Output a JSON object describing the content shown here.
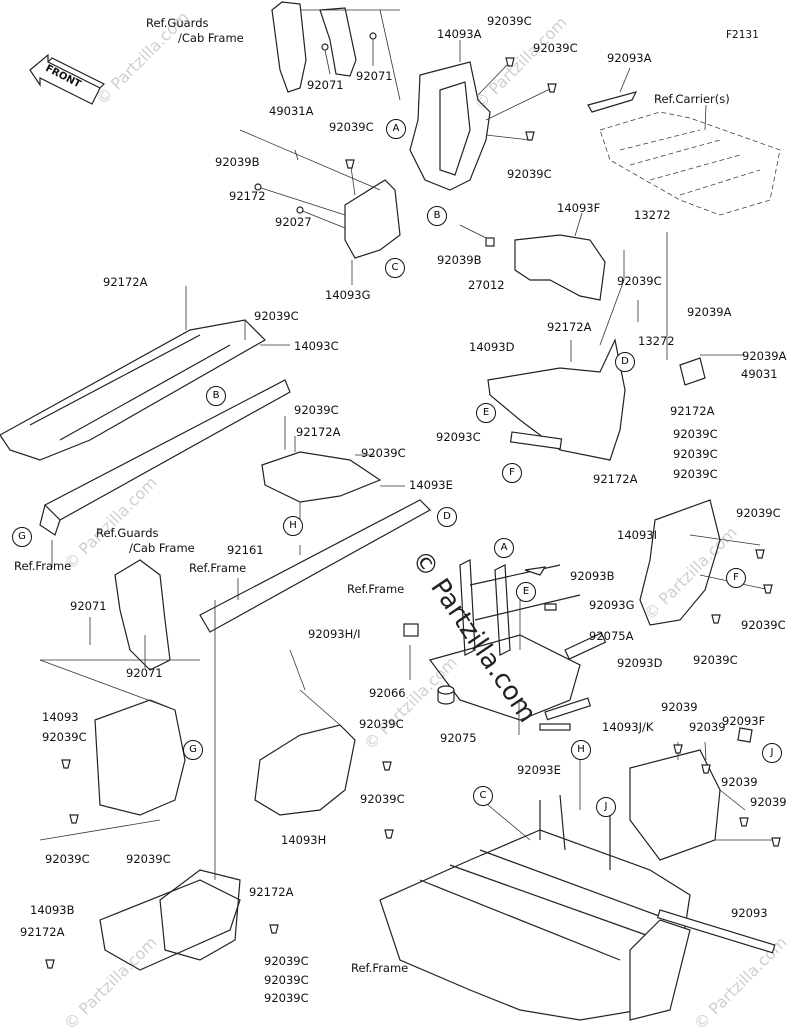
{
  "diagram_id": "F2131",
  "front_label": "FRONT",
  "watermark": "© Partzilla.com",
  "labels": [
    {
      "id": "ref-guards-top",
      "text": "Ref.Guards"
    },
    {
      "id": "cab-frame-top",
      "text": "/Cab Frame"
    },
    {
      "id": "l-14093A",
      "text": "14093A"
    },
    {
      "id": "l-92039C-a",
      "text": "92039C"
    },
    {
      "id": "l-92039C-b",
      "text": "92039C"
    },
    {
      "id": "l-92071-a",
      "text": "92071"
    },
    {
      "id": "l-92071-b",
      "text": "92071"
    },
    {
      "id": "l-92093A",
      "text": "92093A"
    },
    {
      "id": "l-ref-carrier",
      "text": "Ref.Carrier(s)"
    },
    {
      "id": "l-49031A",
      "text": "49031A"
    },
    {
      "id": "l-92039C-c",
      "text": "92039C"
    },
    {
      "id": "l-92039B-a",
      "text": "92039B"
    },
    {
      "id": "l-92039C-d",
      "text": "92039C"
    },
    {
      "id": "l-92172-a",
      "text": "92172"
    },
    {
      "id": "l-92027",
      "text": "92027"
    },
    {
      "id": "l-14093F",
      "text": "14093F"
    },
    {
      "id": "l-13272-a",
      "text": "13272"
    },
    {
      "id": "l-92039B-b",
      "text": "92039B"
    },
    {
      "id": "l-27012",
      "text": "27012"
    },
    {
      "id": "l-14093G",
      "text": "14093G"
    },
    {
      "id": "l-92039C-e",
      "text": "92039C"
    },
    {
      "id": "l-92039A-a",
      "text": "92039A"
    },
    {
      "id": "l-92172A-a",
      "text": "92172A"
    },
    {
      "id": "l-92039C-f",
      "text": "92039C"
    },
    {
      "id": "l-14093C",
      "text": "14093C"
    },
    {
      "id": "l-92172A-b",
      "text": "92172A"
    },
    {
      "id": "l-13272-b",
      "text": "13272"
    },
    {
      "id": "l-14093D",
      "text": "14093D"
    },
    {
      "id": "l-92039A-b",
      "text": "92039A"
    },
    {
      "id": "l-49031",
      "text": "49031"
    },
    {
      "id": "l-92172A-c",
      "text": "92172A"
    },
    {
      "id": "l-92039C-g",
      "text": "92039C"
    },
    {
      "id": "l-92172A-d",
      "text": "92172A"
    },
    {
      "id": "l-92093C",
      "text": "92093C"
    },
    {
      "id": "l-92039C-h",
      "text": "92039C"
    },
    {
      "id": "l-92039C-i",
      "text": "92039C"
    },
    {
      "id": "l-92039C-j",
      "text": "92039C"
    },
    {
      "id": "l-92039C-k",
      "text": "92039C"
    },
    {
      "id": "l-14093E",
      "text": "14093E"
    },
    {
      "id": "l-92172A-e",
      "text": "92172A"
    },
    {
      "id": "l-ref-frame-a",
      "text": "Ref.Frame"
    },
    {
      "id": "l-92161",
      "text": "92161"
    },
    {
      "id": "l-ref-guards-mid",
      "text": "Ref.Guards"
    },
    {
      "id": "l-cab-frame-mid",
      "text": "/Cab Frame"
    },
    {
      "id": "l-ref-frame-b",
      "text": "Ref.Frame"
    },
    {
      "id": "l-14093I",
      "text": "14093I"
    },
    {
      "id": "l-92039C-l",
      "text": "92039C"
    },
    {
      "id": "l-92093B",
      "text": "92093B"
    },
    {
      "id": "l-ref-frame-c",
      "text": "Ref.Frame"
    },
    {
      "id": "l-92093G",
      "text": "92093G"
    },
    {
      "id": "l-92071-c",
      "text": "92071"
    },
    {
      "id": "l-92039C-m",
      "text": "92039C"
    },
    {
      "id": "l-92093HI",
      "text": "92093H/I"
    },
    {
      "id": "l-92075A",
      "text": "92075A"
    },
    {
      "id": "l-92071-d",
      "text": "92071"
    },
    {
      "id": "l-92093D",
      "text": "92093D"
    },
    {
      "id": "l-92039C-n",
      "text": "92039C"
    },
    {
      "id": "l-92066",
      "text": "92066"
    },
    {
      "id": "l-14093",
      "text": "14093"
    },
    {
      "id": "l-92039C-o",
      "text": "92039C"
    },
    {
      "id": "l-92039C-p",
      "text": "92039C"
    },
    {
      "id": "l-92075",
      "text": "92075"
    },
    {
      "id": "l-92093E",
      "text": "92093E"
    },
    {
      "id": "l-92093F",
      "text": "92093F"
    },
    {
      "id": "l-92039-a",
      "text": "92039"
    },
    {
      "id": "l-14093JK",
      "text": "14093J/K"
    },
    {
      "id": "l-92039-b",
      "text": "92039"
    },
    {
      "id": "l-92039C-q",
      "text": "92039C"
    },
    {
      "id": "l-14093H",
      "text": "14093H"
    },
    {
      "id": "l-92039-c",
      "text": "92039"
    },
    {
      "id": "l-92039-d",
      "text": "92039"
    },
    {
      "id": "l-92039C-r",
      "text": "92039C"
    },
    {
      "id": "l-92039C-s",
      "text": "92039C"
    },
    {
      "id": "l-92172A-f",
      "text": "92172A"
    },
    {
      "id": "l-14093B",
      "text": "14093B"
    },
    {
      "id": "l-92172A-g",
      "text": "92172A"
    },
    {
      "id": "l-92039C-t",
      "text": "92039C"
    },
    {
      "id": "l-92039C-u",
      "text": "92039C"
    },
    {
      "id": "l-92039C-v",
      "text": "92039C"
    },
    {
      "id": "l-92093",
      "text": "92093"
    },
    {
      "id": "l-ref-frame-d",
      "text": "Ref.Frame"
    }
  ],
  "callouts": [
    {
      "id": "c-A1",
      "text": "A"
    },
    {
      "id": "c-B1",
      "text": "B"
    },
    {
      "id": "c-C1",
      "text": "C"
    },
    {
      "id": "c-D1",
      "text": "D"
    },
    {
      "id": "c-E1",
      "text": "E"
    },
    {
      "id": "c-F1",
      "text": "F"
    },
    {
      "id": "c-B2",
      "text": "B"
    },
    {
      "id": "c-G1",
      "text": "G"
    },
    {
      "id": "c-H1",
      "text": "H"
    },
    {
      "id": "c-D2",
      "text": "D"
    },
    {
      "id": "c-A2",
      "text": "A"
    },
    {
      "id": "c-E2",
      "text": "E"
    },
    {
      "id": "c-F2",
      "text": "F"
    },
    {
      "id": "c-G2",
      "text": "G"
    },
    {
      "id": "c-H2",
      "text": "H"
    },
    {
      "id": "c-C2",
      "text": "C"
    },
    {
      "id": "c-J1",
      "text": "J"
    },
    {
      "id": "c-J2",
      "text": "J"
    }
  ]
}
